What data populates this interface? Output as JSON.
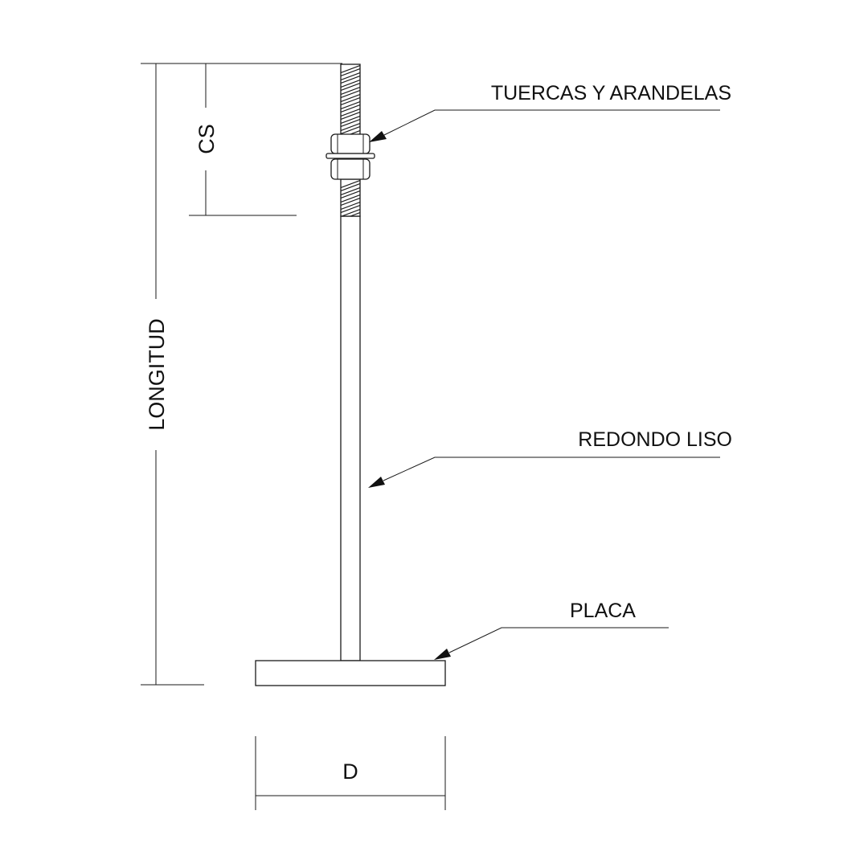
{
  "labels": {
    "nuts_washers": "TUERCAS Y ARANDELAS",
    "plain_round": "REDONDO LISO",
    "plate": "PLACA"
  },
  "dimensions": {
    "length": "LONGITUD",
    "thread_length": "CS",
    "diameter": "D"
  },
  "colors": {
    "line": "#1a1a1a",
    "background": "#ffffff"
  }
}
